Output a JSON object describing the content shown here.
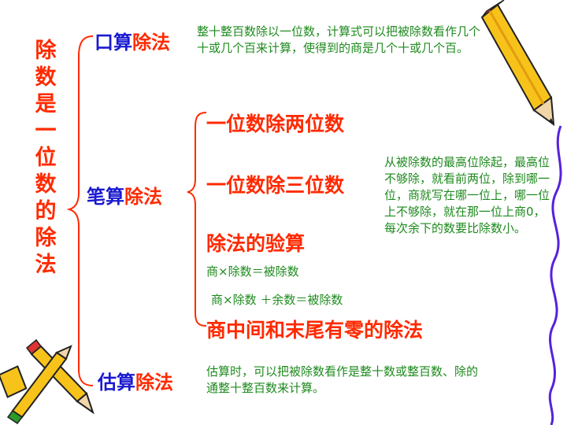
{
  "title": "除数是一位数的除法",
  "methods": [
    {
      "name_part1": "口算",
      "name_part2": "除法",
      "note": "整十整百数除以一位数，计算式可以把被除数看作几个十或几个百来计算，使得到的商是几个十或几个百。"
    },
    {
      "name_part1": "笔算",
      "name_part2": "除法",
      "subtopics": [
        "一位数除两位数",
        "一位数除三位数",
        "除法的验算",
        "商中间和末尾有零的除法"
      ],
      "rule_note": "从被除数的最高位除起，最高位不够除，就看前两位，除到哪一位，商就写在哪一位上，哪一位上不够除，就在那一位上商0，每次余下的数要比除数小。",
      "check_formulas": [
        "商×除数＝被除数",
        "商×除数 ＋余数＝被除数"
      ]
    },
    {
      "name_part1": "估算",
      "name_part2": "除法",
      "note": "估算时，可以把被除数看作是整十数或整百数、除的通整十整百数来计算。"
    }
  ],
  "colors": {
    "title": "#ff2a00",
    "brace": "#ff2a00",
    "method_prefix": "#1a1ad0",
    "method_suffix": "#ff2a00",
    "note_text": "#1d8a1d",
    "ribbon": "#5522dd"
  },
  "decorations": [
    "pencil-icon",
    "crossed-pencils-icon",
    "ribbon-curl"
  ]
}
